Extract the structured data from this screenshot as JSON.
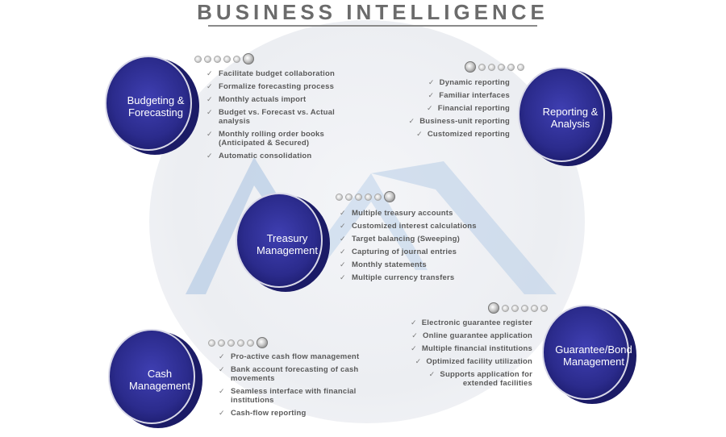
{
  "title": "BUSINESS INTELLIGENCE",
  "colors": {
    "disc_dark": "#1a1a6e",
    "disc_mid": "#3a3aa8",
    "text": "#5a5a5a"
  },
  "modules": [
    {
      "label_lines": [
        "Budgeting &",
        "Forecasting"
      ],
      "items": [
        "Facilitate budget collaboration",
        "Formalize forecasting process",
        "Monthly actuals import",
        "Budget vs. Forecast vs. Actual analysis",
        "Monthly rolling order books (Anticipated & Secured)",
        "Automatic consolidation"
      ]
    },
    {
      "label_lines": [
        "Reporting &",
        "Analysis"
      ],
      "items": [
        "Dynamic reporting",
        "Familiar interfaces",
        "Financial reporting",
        "Business-unit reporting",
        "Customized reporting"
      ]
    },
    {
      "label_lines": [
        "Treasury",
        "Management"
      ],
      "items": [
        "Multiple treasury accounts",
        "Customized interest calculations",
        "Target balancing (Sweeping)",
        "Capturing of journal entries",
        "Monthly statements",
        "Multiple currency transfers"
      ]
    },
    {
      "label_lines": [
        "Cash",
        "Management"
      ],
      "items": [
        "Pro-active cash flow management",
        "Bank account forecasting of cash movements",
        "Seamless interface with financial institutions",
        "Cash-flow reporting"
      ]
    },
    {
      "label_lines": [
        "Guarantee/Bond",
        "Management"
      ],
      "items": [
        "Electronic guarantee register",
        "Online guarantee application",
        "Multiple financial institutions",
        "Optimized facility utilization",
        "Supports application for extended facilities"
      ]
    }
  ]
}
